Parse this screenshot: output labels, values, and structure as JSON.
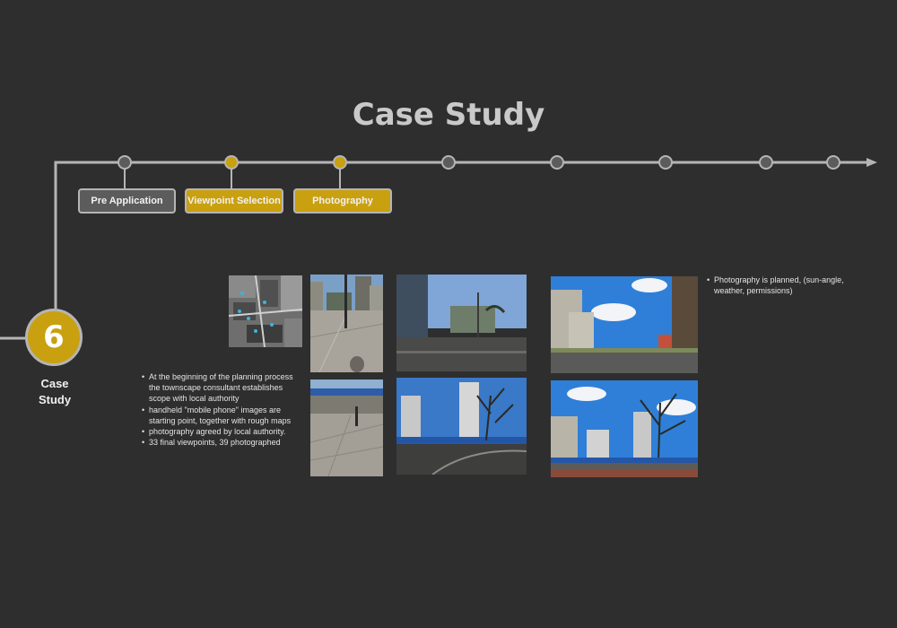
{
  "page": {
    "title": "Case Study"
  },
  "timeline": {
    "stages": [
      {
        "label": "Pre Application",
        "status": "complete"
      },
      {
        "label": "Viewpoint Selection",
        "status": "active"
      },
      {
        "label": "Photography",
        "status": "active"
      }
    ],
    "node_count": 8,
    "colors": {
      "line": "#b5b5b5",
      "node_gray": "#5c5c5c",
      "node_gold": "#c9a010",
      "background": "#2e2e2e"
    }
  },
  "step": {
    "number": "6",
    "label_line1": "Case",
    "label_line2": "Study"
  },
  "notes": [
    "At the beginning of the planning process the townscape consultant establishes scope with local authority",
    "handheld \"mobile phone\" images are starting point, together with rough maps",
    "photography agreed by local authority.",
    "33 final viewpoints, 39 photographed"
  ],
  "right_note": "Photography is planned, (sun-angle, weather, permissions)",
  "photos": [
    {
      "name": "aerial-map-photo",
      "kind": "aerial map"
    },
    {
      "name": "handheld-street-photo-1",
      "kind": "handheld street view"
    },
    {
      "name": "handheld-street-photo-2",
      "kind": "handheld pavement view"
    },
    {
      "name": "street-photo-wide-1",
      "kind": "street view"
    },
    {
      "name": "street-photo-wide-2",
      "kind": "street view with towers"
    },
    {
      "name": "planned-photo-1",
      "kind": "planned photograph"
    },
    {
      "name": "planned-photo-2",
      "kind": "planned photograph"
    }
  ]
}
